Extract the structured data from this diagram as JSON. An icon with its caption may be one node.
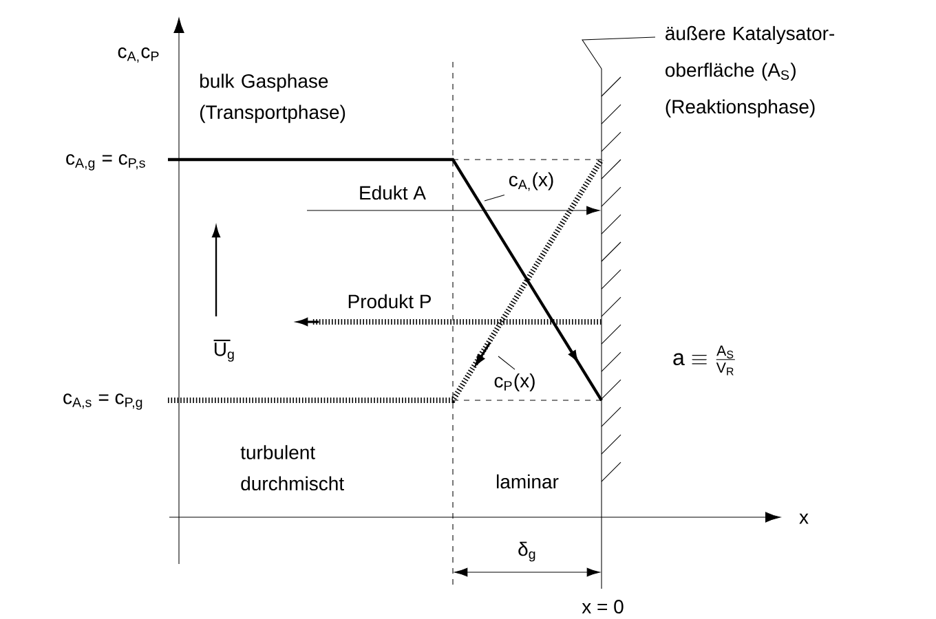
{
  "diagram": {
    "nodes": [
      {
        "text": [
          "äußere Katalysator-oberfläche (A$_{S}$) (Reaktionsphase)"
        ]
      },
      {
        "text": [],
        "shape": "bar",
        "beside": [
          "x = 0"
        ]
      },
      {
        "text": [
          "c$_{A,}$(x)"
        ]
      },
      {
        "text": [
          "c$_{P}$(x)"
        ]
      }
    ],
    "edges": [
      {
        "from": 0,
        "to": 1,
        "arrow": "none"
      },
      {
        "from": 2,
        "to": null,
        "arrow": "none"
      },
      {
        "from": 3,
        "to": null,
        "arrow": "none"
      },
      {
        "from": null,
        "to": 1,
        "arrow": "to",
        "label": "Edukt A"
      },
      {
        "from": 1,
        "to": null,
        "arrow": "to",
        "label": "Produkt P",
        "style": "dashed"
      }
    ],
    "labels": [
      "c$_{A,}$c$_{P}$",
      "bulk Gasphase (Transportphase)",
      "c$_{A,g}$ = c$_{P,s}$",
      "U$_{g}$",
      "\\mathrm{a} \\equiv \\frac{\\mathrm{A}_{\\mathrm{S}}}{\\mathrm{V}_{\\mathrm{R}}}",
      "c$_{A,s}$ = c$_{P,g}$",
      "turbulent durchmischt",
      "laminar",
      "x",
      "δ$_{g}$"
    ]
  }
}
